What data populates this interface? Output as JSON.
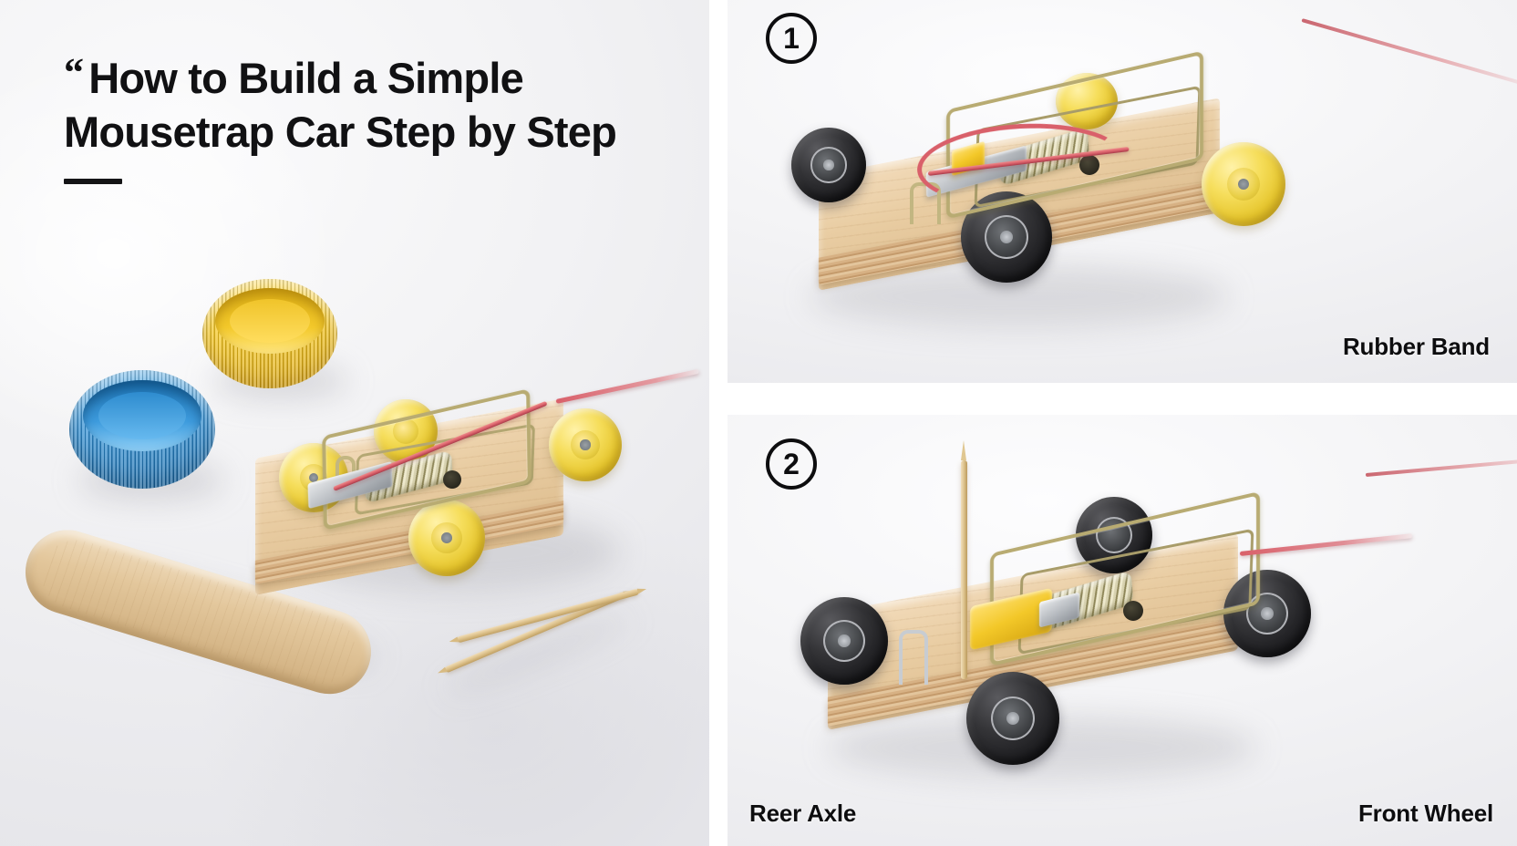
{
  "poster": {
    "title_line_1": "How to Build a Simple",
    "title_line_2": "Mousetrap Car Step by Step",
    "quote_glyph": "“",
    "accent_colors": {
      "ink": "#111113",
      "cap_yellow": "#f6c81f",
      "cap_blue": "#2f8fd4",
      "wheel_yellow": "#f0d23a",
      "wheel_black": "#1d1d20",
      "wood": "#e9cda3",
      "string_red": "#d9606a",
      "panel_background": "#f3f3f5"
    }
  },
  "hero": {
    "name": "materials-flat-lay",
    "items": [
      {
        "name": "yellow-bottle-cap",
        "color": "#f6c81f"
      },
      {
        "name": "blue-bottle-cap",
        "color": "#2f8fd4"
      },
      {
        "name": "craft-stick",
        "color": "#e3c79c"
      },
      {
        "name": "toothpick",
        "color": "#dcc089"
      },
      {
        "name": "toothpick",
        "color": "#dcc089"
      },
      {
        "name": "mousetrap-car-yellow-wheels",
        "color": "#e9cda3"
      }
    ]
  },
  "steps": [
    {
      "number": "1",
      "badge_glyph": "1",
      "label": "Rubber Band",
      "caption_position": "bottom-right",
      "parts": [
        "wooden-plank",
        "mousetrap",
        "spring",
        "black-wheels",
        "yellow-wheel",
        "red-rubber-band",
        "metal-plate",
        "yellow-pedal",
        "eye-hook"
      ]
    },
    {
      "number": "2",
      "badge_glyph": "2",
      "label_left": "Reer Axle",
      "label_right": "Front Wheel",
      "caption_position": "bottom-split",
      "parts": [
        "wooden-plank",
        "mousetrap",
        "spring",
        "black-wheels",
        "wooden-skewer-mast",
        "yellow-pedal",
        "metal-plate",
        "red-string",
        "eye-hook"
      ]
    }
  ]
}
